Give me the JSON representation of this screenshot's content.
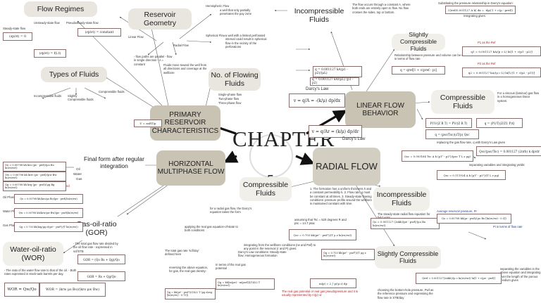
{
  "center": {
    "title": "CHAPTER",
    "number": "5"
  },
  "branches": {
    "primary": "PRIMARY RESERVOIR CHARACTERISTICS",
    "linear": "LINEAR FLOW BEHAVIOR",
    "radial": "RADIAL FLOW",
    "horizontal": "HORIZONTAL MULTIPHASE FLOW"
  },
  "topics": {
    "flow_regimes": "Flow Regimes",
    "reservoir_geometry": "Reservoir Geometry",
    "types_of_fluids": "Types of Fluids",
    "no_of_flowing_fluids": "No. of Flowing Fluids",
    "incompressible_top": "Incompressible Fluids",
    "slightly_compressible_top": "Slightly Compressible Fluids",
    "compressible_right": "Compressible Fluids",
    "compressible_bottom": "Compressible Fluids",
    "incompressible_bottom": "Incompressible Fluids",
    "slightly_compressible_bottom": "Slightly Compressible Fluids",
    "final_form": "Final form after regular integration",
    "gas_oil_ratio": "Gas-oil-ratio (GOR)",
    "water_oil_ratio": "Water-oil-ratio (WOR)"
  },
  "labels": {
    "steady_state": "Steady-state flow",
    "unsteady_state": "Unsteady-state flow",
    "pseudosteady": "Pseudosteady-state flow",
    "hemispheric": "Hemispheric Flow",
    "linear_flow": "Linear Flow",
    "radial_flow": "Radial Flow",
    "spherical_flow": "Spherical Flow",
    "incompressible": "Incompressible fluids",
    "slightly_compressible": "Slightly Compressible fluids",
    "compressible": "Compressible fluids",
    "single_phase": "Single-phase flow",
    "two_phase": "Two-phase flow",
    "three_phase": "Three-phase flow",
    "darcys_law": "Darcy's Law",
    "darcys_law_2": "Darcy's Law",
    "oil": "Oil",
    "water": "Water",
    "gas": "Gas",
    "oil_phase": "Oil Phase",
    "water_phase": "Water Phase",
    "gas_phase": "Gas Phase",
    "pressure_squared": "In terms of the pressure-squared",
    "gor_note": "- The total gas flow rate divided by the oil flow rate - expressed in scf/STB",
    "wor_note": "- The ratio of the water flow rate to that of the oil. - Both rates expressed in stock-tank barrels per day.",
    "linear_note": "- flow paths are parallel - flow in single direction - A = constant",
    "radial_note": "Fluids move toward the well from all directions and coverage at the wellbore",
    "hemi_note": "a well that only partially penetrates the pay zone",
    "spherical_note": "a well with a limited perforated interval could result in spherical flow in the vicinity of the perforations",
    "incompressible_note": "The flow occurs through a constant A, where both ends are entirely open to flow. No flow crosses the sides, top or bottom.",
    "sub_darcy": "Substituting the pressure relationship in Darcy's equation:",
    "integrating": "Integrating gives:",
    "slightly_note": "Relationship between pressure and volume can be written in terms of flow rate",
    "p1_ref": "P1 as the Ref",
    "p2_ref": "P2 as the Ref",
    "compressible_note": "For a viscous (laminar) gas flow in a homogeneous-linear system.",
    "replace_note": "replacing the gas flow rate, q with Darcy's Law gives",
    "sep_note": "separating variables and integrating yields:",
    "radial_assumptions": "1. The formation has a uniform thickness h and a constant permeability k. 2. Flow rate, q must be constant at all times. 3. Steady-state flowing conditions: pressure profile around the wellbore is maintained constant with time.",
    "steady_radial": "The steady-state radial flow equation for field units:",
    "radial_gas_note": "for a radial gas flow, the Darcy's equation takes the form",
    "real_gas_note": "applying the real gas equation-of-state to both conditions",
    "tsc_note": "assuming that Tsc = 520 degrees R and psc = 14.7 psia:",
    "integrating_wellbore": "integrating from the wellbore conditions (rw and Pwf) to any point in the reservoir (r and P) gives:",
    "terms_real_gas": "In terms of the real gas potential",
    "darcy_conditions": "Darcy's Law conditions: Steady-state flow; Homogeneous formation",
    "avg_pressure": "Average reservoir pressure, Pr",
    "pi_terms": "Pi in terms of flow rate",
    "bottom_hole_note": "choosing the bottom-hole pressure, Pwf as the reference pressure and expressing the flow rate in STB/day",
    "sep_integrate_note": "separating the variables in the above equation and integrating over the length of the porous medium gives",
    "real_gas_potential": "The real gas potential or real gas pseudopressure and it is usually represented by m(p) or",
    "density_note": "reversing the above equation, for gas, the real-gas density:",
    "defined_here": "The total gas rate 'scf/day' defined here",
    "pressure_sq_term": "In terms of the pressure-squared:",
    "table": "Darcy's Law conditions"
  },
  "equations": {
    "darcy_linear": "v = q/A = -(k/μ) dp/dx",
    "darcy_radial": "v = q/Ar = (k/μ) dp/dr",
    "linear_q": "q = 0.001127 kA(p1 - p2)/(μL)",
    "slightly_q": "q = qref[1 + c(pref - p)]",
    "comp_q1": "Qsc = 0.003164 Tsc A k (p1² - p2²)/(psc T L z μg)",
    "comp_gas": "q = (psc/Tsc)(zT/p) Qsc",
    "radial_oil": "Qo = 0.001127 (2πkh)(pe - pwf)/(μo Bo ln(re/rw))",
    "radial_gas": "Qg = 0.703 kh(pe² - pwf²)/(T μg z ln(re/rw))",
    "oil_phase": "Qo = 0.00708 kh(kro/μo Bo)(pe - pwf)/ln(re/rw)",
    "water_phase": "Qw = 0.00708 kh(krw/μw Bw)(pe - pwf)/ln(re/rw)",
    "gas_phase": "Qg = 0.703 kh(krg/μg z)(pe² - pwf²)/(T ln(re/rw))",
    "oil_q": "Qo = 0.00708 kh kro (pe - pwf)/(μo Bo ln(re/rw))",
    "water_q": "Qw = 0.00708 kh krw (pe - pwf)/(μw Bw ln(re/rw))",
    "gas_q": "Qg = 0.00708 kh krg (pe - pwf)/(μg Bg ln(re/rw))",
    "gor1": "GOR = (Qo Rs + Qg)/Qo",
    "gor2": "GOR = Rs + Qg/Qo",
    "wor1": "WOR = Qw/Qo",
    "wor2": "WOR = (krw μo Bo)/(kro μw Bw)",
    "steady": "(∂p/∂t) = 0",
    "unsteady": "(∂p/∂t) = f(i,t)",
    "pseudo": "(∂p/∂t) = constant",
    "ideal_gas": "V = znRT/p",
    "avg_pr": "Qo = 0.00708 kh(pr - pwf)/(μo Bo [ln(re/rw) - 0.5])",
    "slight_radial": "Qref = 0.001127(2πkh)/(μ c ln(re/rw)) ln[1 + c(pe - pwf)]",
    "comp_lin1": "P1V/(Z R T) = PV/(Z R T)",
    "comp_lin2": "q = (P1/T)(Z/Z1 P)Q",
    "real_gas_m": "m(p) = 2 ∫ p/(μ z) dp",
    "qg_mp": "Qg = kh[m(pe) - m(pwf)]/(1422 T ln(re/rw))",
    "pr_qg": "Qg = kh(pr² - pwf²)/(1422 T (μg z)avg [ln(re/rw) - 0.75])",
    "sc_gas": "Qsc/(psc/Tsc) = 0.001127 (2πrh) k dp/dr",
    "qsc_gas": "Qsc = 0.703 kh(pe² - pwf²)/(T μ z ln(re/rw))",
    "pi_eq": "(Qref/0.001127 A k) dx = -dp/(1 + c(p - pref))",
    "p1_ref_eq": "q1 = 0.001127 kA/(μ c L) ln[1 + c(p1 - p2)]",
    "p2_ref_eq": "q2 = 0.001127 kA/(μ c L) ln[1/(1 + c(p2 - p1))]",
    "lin_sub": "q = 0.001127 kA/(μL) (p1 - p2)",
    "gas_q_lin": "Qsc = 0.111924 A k (p1² - p2²)/(T L z μg)"
  }
}
